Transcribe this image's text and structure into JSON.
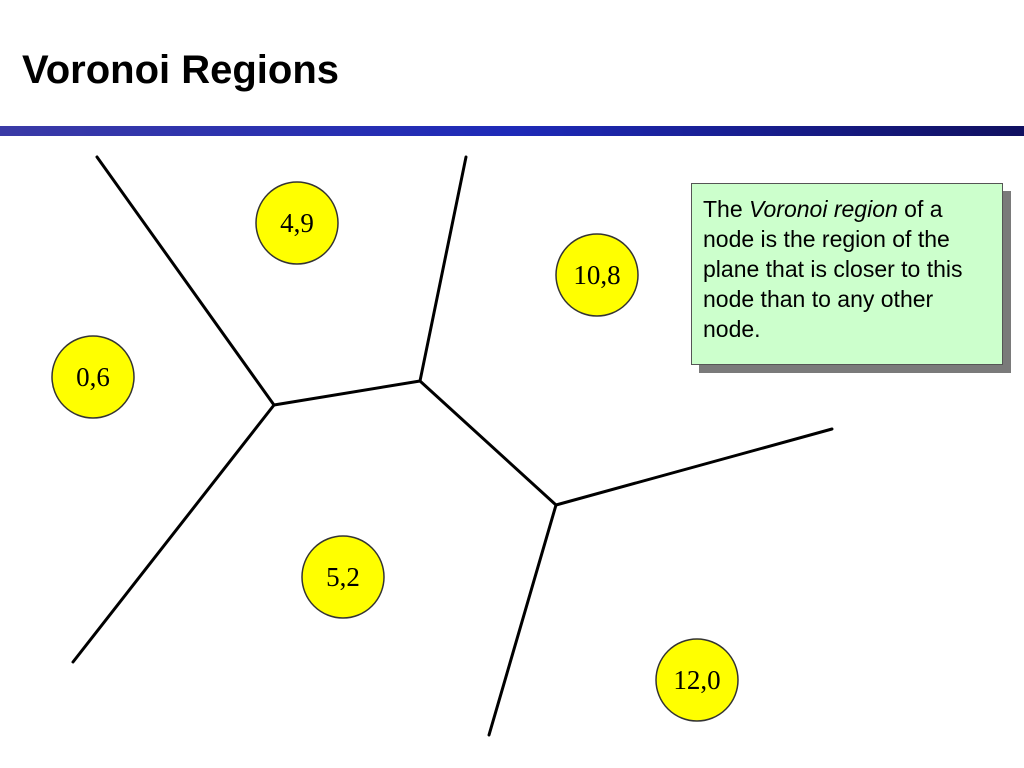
{
  "slide": {
    "title": "Voronoi Regions"
  },
  "note": {
    "prefix": "The ",
    "term": "Voronoi region",
    "suffix": " of a node is the region of the plane that is closer to this node than to any other node."
  },
  "diagram": {
    "node_fill": "#ffff00",
    "node_stroke": "#333333",
    "edge_color": "#000000",
    "rule_color": "#2b2b9e",
    "nodes": [
      {
        "id": "n49",
        "label": "4,9"
      },
      {
        "id": "n108",
        "label": "10,8"
      },
      {
        "id": "n06",
        "label": "0,6"
      },
      {
        "id": "n52",
        "label": "5,2"
      },
      {
        "id": "n120",
        "label": "12,0"
      }
    ]
  }
}
